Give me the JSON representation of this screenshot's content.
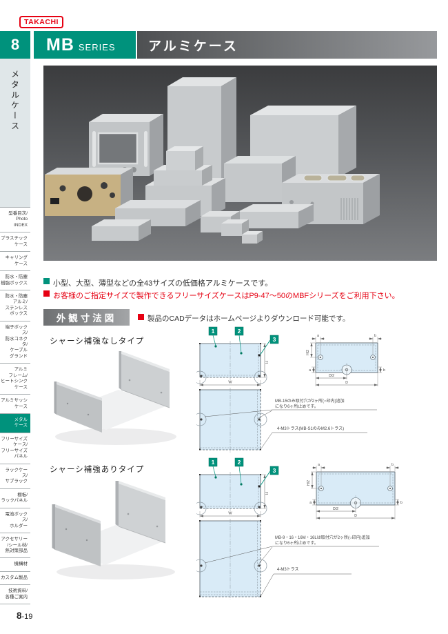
{
  "brand": {
    "logo": "TAKACHI"
  },
  "chapter": {
    "number": "8"
  },
  "page_number": {
    "bold": "8",
    "rest": "-19"
  },
  "header": {
    "series": "MB",
    "series_suffix": "SERIES",
    "title": "アルミケース"
  },
  "sidebar": {
    "tab_label": "メタルケース",
    "items": [
      {
        "label": "型番目次/\nPhoto\nINDEX",
        "active": false
      },
      {
        "label": "プラスチック\nケース",
        "active": false
      },
      {
        "label": "キャリング\nケース",
        "active": false
      },
      {
        "label": "防水・防塵\n樹脂ボックス",
        "active": false
      },
      {
        "label": "防水・防塵\nアルミ/\nステンレス\nボックス",
        "active": false
      },
      {
        "label": "端子ボックス/\n防水コネクタ/\nケーブル\nグランド",
        "active": false
      },
      {
        "label": "アルミ\nフレーム/\nヒートシンク\nケース",
        "active": false
      },
      {
        "label": "アルミサッシ\nケース",
        "active": false
      },
      {
        "label": "メタル\nケース",
        "active": true
      },
      {
        "label": "フリーサイズ\nケース/\nフリーサイズ\nパネル",
        "active": false
      },
      {
        "label": "ラックケース/\nサブラック",
        "active": false
      },
      {
        "label": "棚板/\nラックパネル",
        "active": false
      },
      {
        "label": "電池ボックス/\nホルダー",
        "active": false
      },
      {
        "label": "アクセサリー\n/シール材/\n熱対策部品",
        "active": false
      },
      {
        "label": "機構材",
        "active": false
      },
      {
        "label": "カスタム製品",
        "active": false
      },
      {
        "label": "技術資料/\n各種ご案内",
        "active": false
      }
    ]
  },
  "notes": {
    "feature": "小型、大型、薄型などの全43サイズの低価格アルミケースです。",
    "free_size": "お客様のご指定サイズで製作できるフリーサイズケースはP9-47〜50のMBFシリーズをご利用下さい。"
  },
  "section": {
    "title": "外観寸法図",
    "cad_note": "製品のCADデータはホームページよりダウンロード可能です。"
  },
  "diagrams": [
    {
      "label": "シャーシ補強なしタイプ",
      "markers": [
        "1",
        "2",
        "3"
      ],
      "dims": {
        "w": "W",
        "h": "H",
        "h_half": "H/2",
        "d_half": "D/2",
        "d": "D",
        "a": "a",
        "b": "b"
      },
      "annotations": [
        "MB-15のみ取付穴が2ヶ所(○印内)追加\nになり6ヶ所止めです。",
        "4-M3トラス(MB-S1のみM2.6トラス)"
      ]
    },
    {
      "label": "シャーシ補強ありタイプ",
      "markers": [
        "1",
        "2",
        "3"
      ],
      "dims": {
        "w": "W",
        "h": "H",
        "h_half": "H/2",
        "d_half": "D/2",
        "d": "D",
        "a": "a",
        "b": "b"
      },
      "annotations": [
        "MB-9・16・16M・16Lは取付穴が2ヶ所(○印内)追加\nになり6ヶ所止めです。",
        "4-M3トラス"
      ]
    }
  ],
  "colors": {
    "accent": "#00927c",
    "alert": "#e60012",
    "drawing_fill": "#d9ebf7"
  }
}
